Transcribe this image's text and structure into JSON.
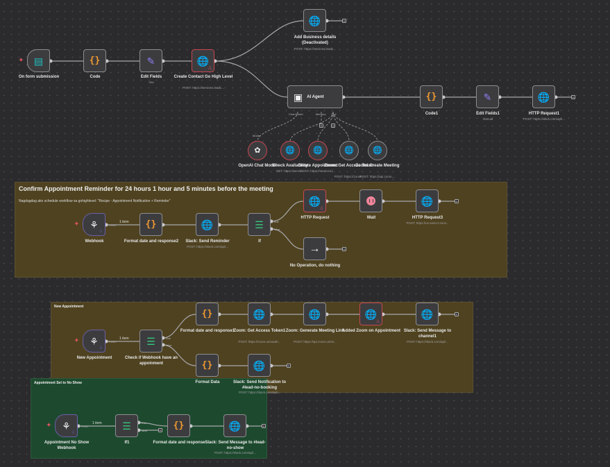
{
  "colors": {
    "canvas": "#2b2b2d",
    "sticky_brown": "#4f4220",
    "sticky_green": "#1d4a2e",
    "node_border": "#8e8e92",
    "error_border": "#c9474f",
    "code_icon": "#f39b2f",
    "http_icon": "#8b7ff0",
    "if_icon": "#35c97a",
    "wait_icon": "#f2859a",
    "form_icon": "#1fc2c0"
  },
  "stickies": [
    {
      "title": "Confirm Appointment Reminder for 24 hours 1 hour and 5 minutes before the meeting",
      "subtitle": "Nagdagdag ako schedule workflow sa gohighlevel: \"Recipe - Appointment Notification + Reminder\""
    },
    {
      "title": "New Appointment"
    },
    {
      "title": "Appointment Set to No Show"
    }
  ],
  "top_flow": {
    "form": {
      "label": "On form submission"
    },
    "code": {
      "label": "Code"
    },
    "edit": {
      "label": "Edit Fields",
      "sub": "raw"
    },
    "create": {
      "label": "Create Contact Go High Level",
      "sub": "POST: https://services.leadc..."
    },
    "add_business": {
      "label": "Add Business details (Deactivated)",
      "sub": "POST: https://services.leadc..."
    },
    "agent": {
      "label": "AI Agent",
      "ports": {
        "chat_model": "Chat Model",
        "memory": "Memory",
        "tool": "Tool"
      }
    },
    "code1": {
      "label": "Code1"
    },
    "edit1": {
      "label": "Edit Fields1",
      "sub": "manual"
    },
    "http1": {
      "label": "HTTP Request1",
      "sub": "POST: https://slack.com/api/..."
    },
    "model_port": "Model",
    "tools": [
      {
        "label": "OpenAI Chat Model",
        "sub": ""
      },
      {
        "label": "Check Availability",
        "sub": "GET: https://servic..."
      },
      {
        "label": "Create Appointment",
        "sub": "POST: https://services.l..."
      },
      {
        "label": "Zoom: Get Access Token",
        "sub": "POST: https://zoom..."
      },
      {
        "label": "Zoom: Create Meeting",
        "sub": "POST: https://api.zoom...."
      }
    ]
  },
  "reminder_flow": {
    "webhook": {
      "label": "Webhook",
      "port": "POST",
      "items": "1 item"
    },
    "format": {
      "label": "Format date and response2"
    },
    "slack": {
      "label": "Slack: Send Reminder",
      "sub": "POST: https://slack.com/api/..."
    },
    "if": {
      "label": "If",
      "true": "true",
      "false": "false"
    },
    "http": {
      "label": "HTTP Request"
    },
    "wait": {
      "label": "Wait"
    },
    "http3": {
      "label": "HTTP Request3",
      "sub": "POST: https://us-west-2.reca..."
    },
    "noop": {
      "label": "No Operation, do nothing"
    }
  },
  "new_flow": {
    "webhook": {
      "label": "New Appointment",
      "port": "POST",
      "items": "1 item"
    },
    "check": {
      "label": "Check if Webhook have an appoinment",
      "true": "true",
      "false": "false"
    },
    "format1": {
      "label": "Format date and response1"
    },
    "zoom_token": {
      "label": "Zoom: Get Access Token1",
      "sub": "POST: https://zoom.us/oauth..."
    },
    "zoom_link": {
      "label": "Zoom: Generate Meeting Link",
      "sub": "POST: https://api.zoom.us/v2..."
    },
    "added": {
      "label": "Added Zoom on Appointment"
    },
    "slack_ch": {
      "label": "Slack: Send Message to channel1",
      "sub": "POST: https://slack.com/api/..."
    },
    "format_data": {
      "label": "Format Data"
    },
    "slack_nb": {
      "label": "Slack: Send Notification to #lead-no-booking",
      "sub": "POST: https://slack.com/api/..."
    }
  },
  "noshow_flow": {
    "webhook": {
      "label": "Appointment No Show Webhook",
      "port": "POST",
      "items": "1 item"
    },
    "if1": {
      "label": "If1",
      "true": "true",
      "false": "false"
    },
    "format": {
      "label": "Format date and response"
    },
    "slack": {
      "label": "Slack: Send Message to #lead-no-show",
      "sub": "POST: https://slack.com/api/..."
    }
  },
  "icons": {
    "code": "{}",
    "globe": "🌐",
    "pencil": "✎",
    "if": "☰",
    "arrow": "→",
    "plus": "+",
    "trigger": "✦",
    "webhook": "⚘",
    "robot": "▣",
    "warn": "△",
    "pin": "⇩"
  }
}
